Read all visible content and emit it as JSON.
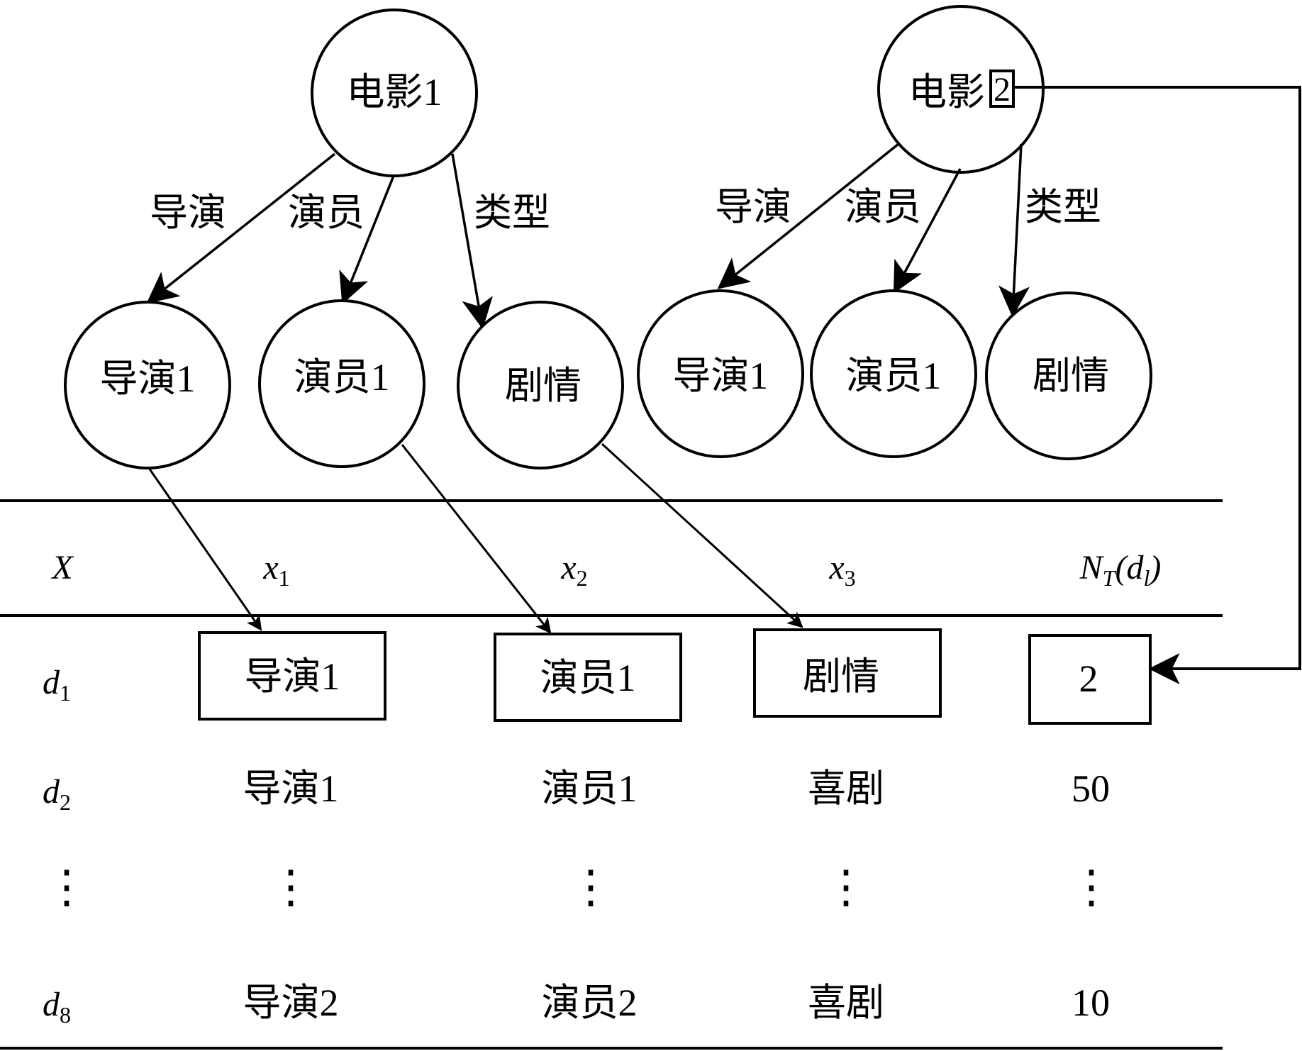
{
  "diagram": {
    "trees": [
      {
        "root": {
          "label": "电影",
          "suffix": "1",
          "boxed_suffix": false
        },
        "edges": [
          {
            "label": "导演",
            "child": "导演1"
          },
          {
            "label": "演员",
            "child": "演员1"
          },
          {
            "label": "类型",
            "child": "剧情"
          }
        ]
      },
      {
        "root": {
          "label": "电影",
          "suffix": "2",
          "boxed_suffix": true
        },
        "edges": [
          {
            "label": "导演",
            "child": "导演1"
          },
          {
            "label": "演员",
            "child": "演员1"
          },
          {
            "label": "类型",
            "child": "剧情"
          }
        ]
      }
    ],
    "table": {
      "header": {
        "row_label": "X",
        "columns": [
          {
            "base": "x",
            "sub": "1"
          },
          {
            "base": "x",
            "sub": "2"
          },
          {
            "base": "x",
            "sub": "3"
          }
        ],
        "count": {
          "base": "N",
          "sub": "T",
          "arg_base": "d",
          "arg_sub": "l"
        }
      },
      "rows": [
        {
          "label": "d",
          "sub": "1",
          "cells": [
            "导演1",
            "演员1",
            "剧情"
          ],
          "count": "2",
          "highlighted": true
        },
        {
          "label": "d",
          "sub": "2",
          "cells": [
            "导演1",
            "演员1",
            "喜剧"
          ],
          "count": "50",
          "highlighted": false
        },
        {
          "label": "⋮",
          "sub": "",
          "cells": [
            "⋮",
            "⋮",
            "⋮"
          ],
          "count": "⋮",
          "ellipsis": true
        },
        {
          "label": "d",
          "sub": "8",
          "cells": [
            "导演2",
            "演员2",
            "喜剧"
          ],
          "count": "10",
          "highlighted": false
        }
      ]
    }
  }
}
